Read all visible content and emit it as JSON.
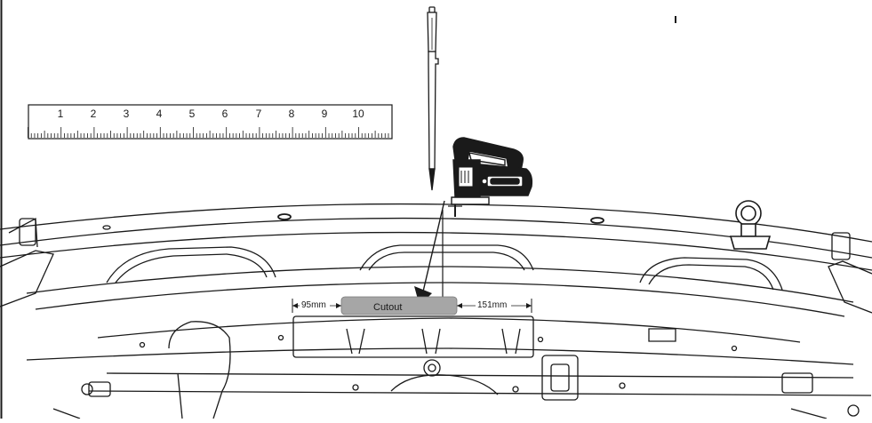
{
  "ruler": {
    "labels": [
      "1",
      "2",
      "3",
      "4",
      "5",
      "6",
      "7",
      "8",
      "9",
      "10"
    ]
  },
  "dimensions": {
    "left_label": "95mm",
    "right_label": "151mm",
    "cutout_label": "Cutout"
  },
  "colors": {
    "line": "#1a1a1a",
    "cutout_fill": "#a6a6a6",
    "background": "#ffffff"
  },
  "icons": {
    "tool_scribe": "scribe-pen-icon",
    "tool_jigsaw": "jigsaw-icon",
    "tow_eye": "tow-eye-icon"
  }
}
